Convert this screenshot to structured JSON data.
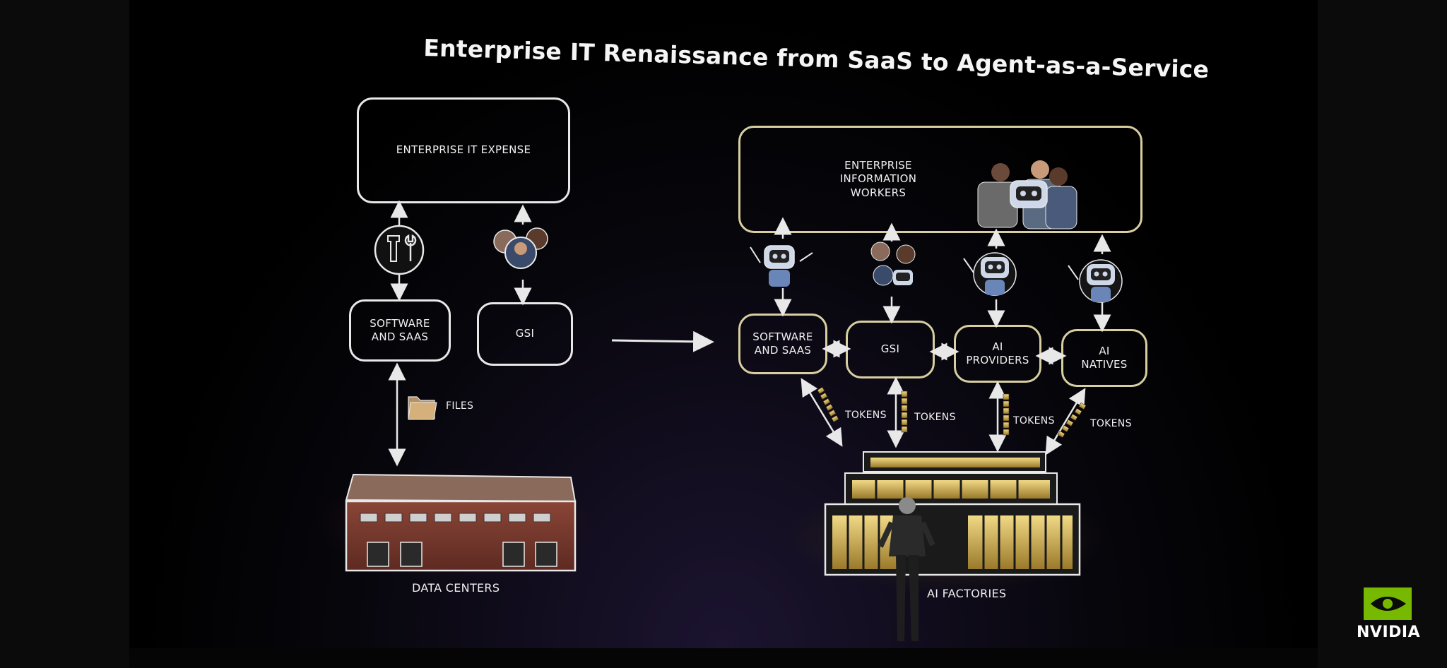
{
  "slide": {
    "title": "Enterprise IT Renaissance from SaaS to Agent-as-a-Service"
  },
  "left": {
    "top_box": "ENTERPRISE IT EXPENSE",
    "software_box": "SOFTWARE AND SAAS",
    "gsi_box": "GSI",
    "files_label": "FILES",
    "bottom_label": "DATA CENTERS"
  },
  "right": {
    "top_box": "ENTERPRISE INFORMATION WORKERS",
    "software_box": "SOFTWARE AND SAAS",
    "gsi_box": "GSI",
    "ai_providers_box": "AI PROVIDERS",
    "ai_natives_box": "AI NATIVES",
    "tokens_labels": [
      "TOKENS",
      "TOKENS",
      "TOKENS",
      "TOKENS"
    ],
    "bottom_label": "AI FACTORIES"
  },
  "branding": {
    "logo_text": "NVIDIA",
    "accent": "#76b900"
  },
  "colors": {
    "brick": "#7a3a2f",
    "gold": "#c9a84a",
    "stroke": "#e8e8e8"
  }
}
